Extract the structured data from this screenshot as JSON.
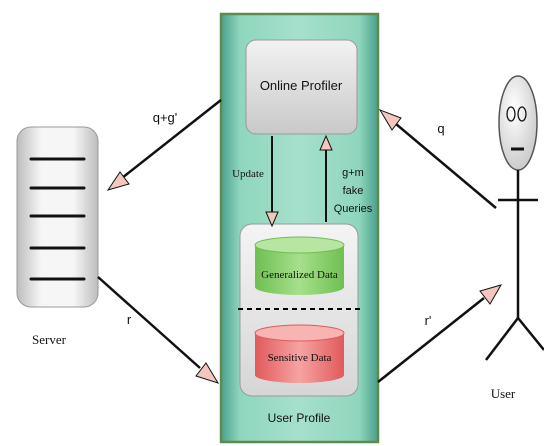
{
  "diagram": {
    "nodes": {
      "online_profiler": "Online Profiler",
      "user_profile": "User Profile",
      "generalized_data": "Generalized Data",
      "sensitive_data": "Sensitive Data",
      "server": "Server",
      "user": "User"
    },
    "edges": {
      "update": "Update",
      "fake_queries": [
        "g+m",
        "fake",
        "Queries"
      ],
      "q_plus_g": "q+g'",
      "q": "q",
      "r": "r",
      "r_prime": "r'"
    }
  },
  "colors": {
    "profile_fill": "#7ccbb0",
    "profile_border": "#5f8a4a",
    "profiler_fill": "#d9d9d9",
    "generalized_fill": "#8fd172",
    "sensitive_fill": "#ef7f7f",
    "arrow_head": "#f3c7bd"
  }
}
